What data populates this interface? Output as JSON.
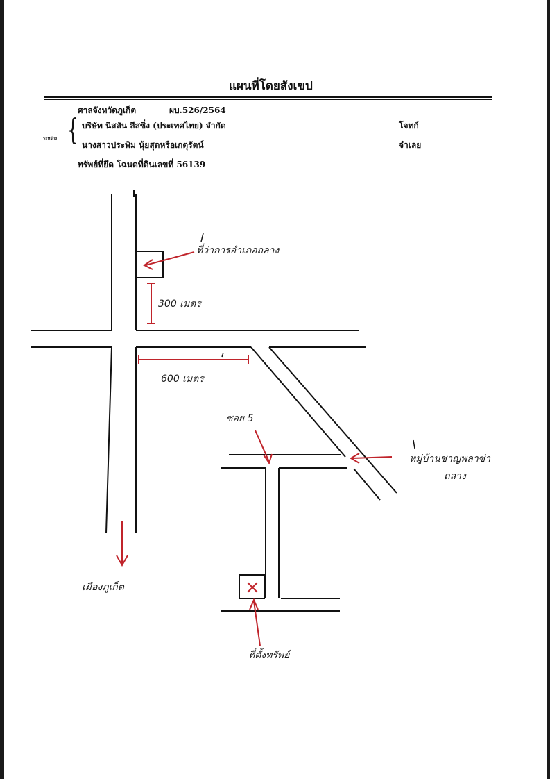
{
  "header": {
    "title": "แผนที่โดยสังเขป",
    "court": "ศาลจังหวัดภูเก็ต",
    "case_no": "ผบ.526/2564",
    "between_label": "ระหว่าง",
    "plaintiff_name": "บริษัท นิสสัน ลีสซิ่ง (ประเทศไทย) จำกัด",
    "plaintiff_role": "โจทก์",
    "defendant_name": "นางสาวประพิม นุ้ยสุดหรือเกตุรัตน์",
    "defendant_role": "จำเลย",
    "property": "ทรัพย์ที่ยึด   โฉนดที่ดินเลขที่ 56139"
  },
  "annotations": {
    "top_landmark": "ที่ว่าการอำเภอถลาง",
    "distance_vertical": "300 เมตร",
    "distance_horizontal": "600 เมตร",
    "soi": "ซอย 5",
    "village": "หมู่บ้านชาญพลาซ่า",
    "village_line2": "ถลาง",
    "direction_down": "เมืองภูเก็ต",
    "target": "ที่ตั้งทรัพย์"
  },
  "colors": {
    "ink": "#111111",
    "annotation_red": "#c0242b"
  }
}
